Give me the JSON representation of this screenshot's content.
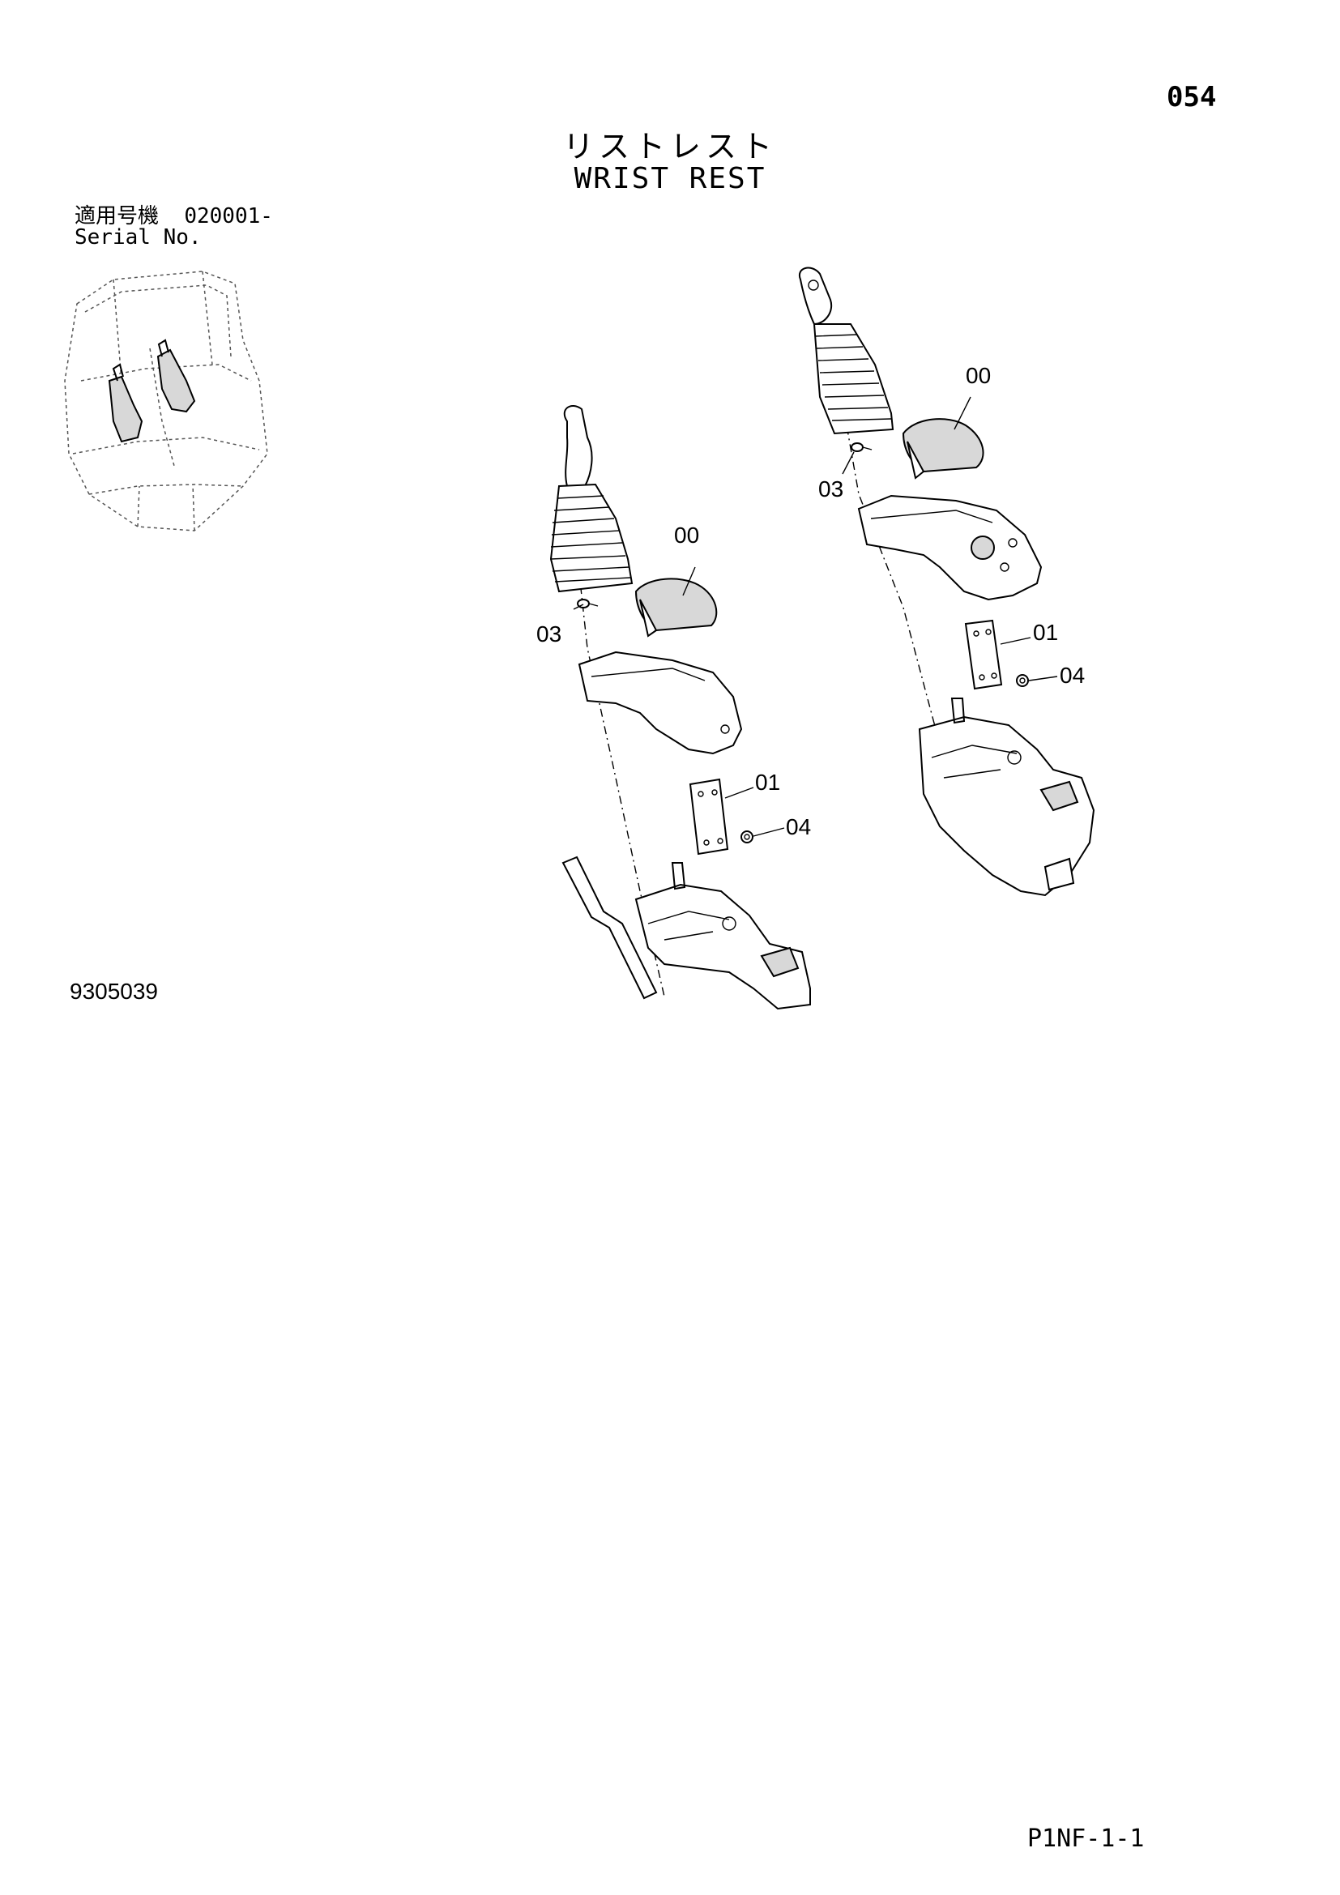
{
  "page_number": "054",
  "title_jp": "リストレスト",
  "title_en": "WRIST REST",
  "serial": {
    "label_jp": "適用号機",
    "value": "020001-",
    "label_en": "Serial No."
  },
  "drawing_number": "9305039",
  "footer_code": "P1NF-1-1",
  "left_assembly_callouts": {
    "p00": "00",
    "p03": "03",
    "p01": "01",
    "p04": "04"
  },
  "right_assembly_callouts": {
    "p00": "00",
    "p03": "03",
    "p01": "01",
    "p04": "04"
  }
}
